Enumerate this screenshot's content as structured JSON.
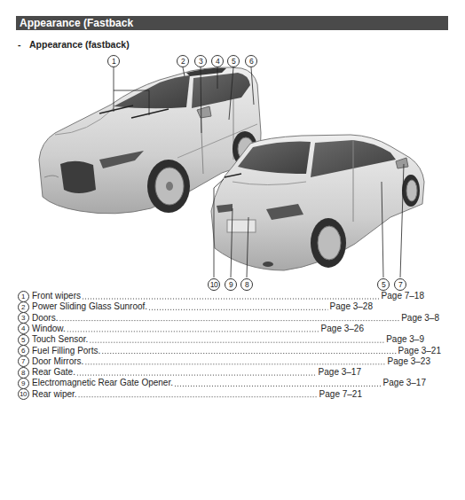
{
  "diagram": {
    "title": "Appearance (Fastback",
    "labels": [
      "-",
      "Appearance (fastback)",
      "1",
      "2",
      "3",
      "4",
      "5",
      "6",
      "10",
      "9",
      "8",
      "5",
      "7",
      "1",
      "Front wipers",
      "Page 7–18",
      "2",
      "Power Sliding Glass Sunroof.",
      "Page 3–28",
      "3",
      "Doors.",
      "Page 3–8",
      "4",
      "Window.",
      "Page 3–26",
      "5",
      "Touch Sensor.",
      "Page 3–9",
      "6",
      "Fuel Filling Ports.",
      "Page 3–21",
      "7",
      "Door Mirrors.",
      "Page 3–23",
      "8",
      "Rear Gate.",
      "Page 3–17",
      "9",
      "Electromagnetic Rear Gate Opener.",
      "Page 3–17",
      "10",
      "Rear wiper.",
      "Page 7–21"
    ]
  }
}
